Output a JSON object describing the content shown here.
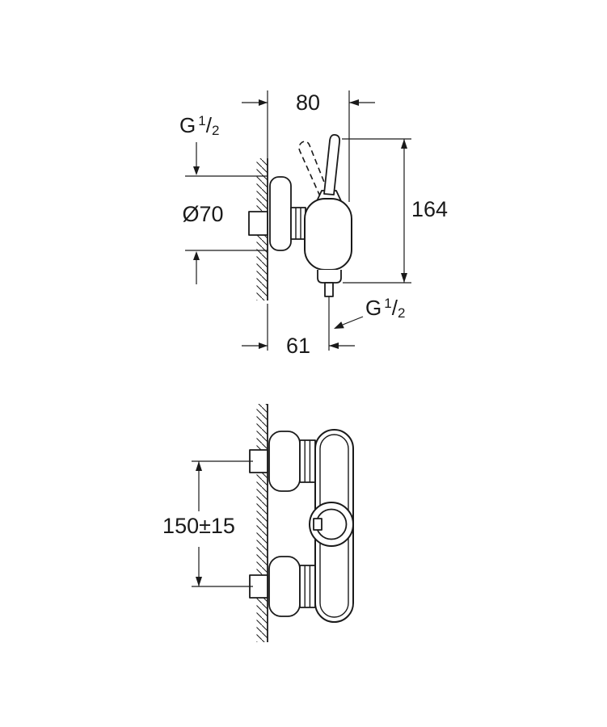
{
  "top_view": {
    "width": "80",
    "inlet_thread": {
      "letter": "G",
      "numerator": "1",
      "slash": "/",
      "denominator": "2"
    },
    "escutcheon_diameter": "Ø70",
    "height": "164",
    "outlet_thread": {
      "letter": "G",
      "numerator": "1",
      "slash": "/",
      "denominator": "2"
    },
    "depth": "61"
  },
  "front_view": {
    "hole_distance": "150±15"
  },
  "colors": {
    "line": "#1a1a1a",
    "background": "#ffffff"
  }
}
